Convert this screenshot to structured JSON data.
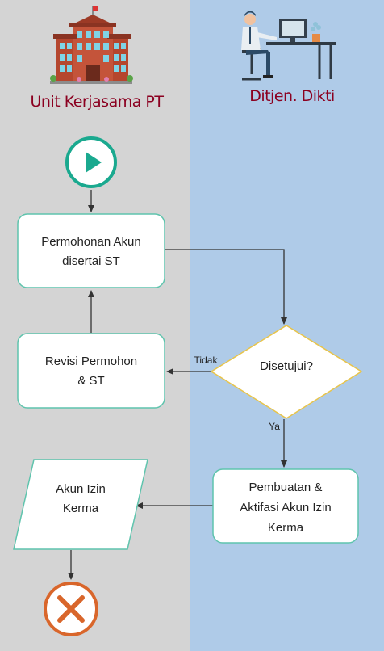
{
  "lanes": {
    "left": {
      "title": "Unit Kerjasama PT",
      "color": "#d4d4d4",
      "title_color": "#8b0020"
    },
    "right": {
      "title": "Ditjen. Dikti",
      "color": "#afcbe8",
      "title_color": "#8b0020"
    }
  },
  "nodes": {
    "start": {
      "icon": "play-icon",
      "color": "#1aa98f"
    },
    "permohonan": {
      "line1": "Permohonan Akun",
      "line2": "disertai ST"
    },
    "revisi": {
      "line1": "Revisi Permohon",
      "line2": "& ST"
    },
    "decision": {
      "label": "Disetujui?"
    },
    "pembuatan": {
      "line1": "Pembuatan &",
      "line2": "Aktifasi Akun Izin",
      "line3": "Kerma"
    },
    "output": {
      "line1": "Akun Izin",
      "line2": "Kerma"
    },
    "end": {
      "icon": "close-icon",
      "color": "#d9662b"
    }
  },
  "edges": {
    "no_label": "Tidak",
    "yes_label": "Ya"
  },
  "colors": {
    "box_border": "#5fc4ad",
    "arrow": "#333333"
  }
}
